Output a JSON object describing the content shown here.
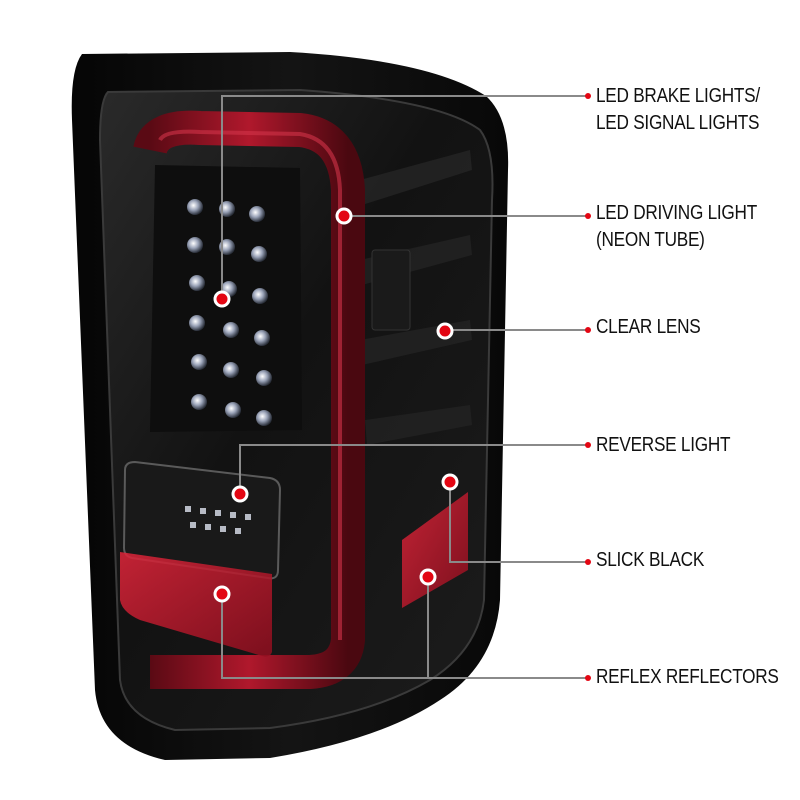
{
  "accent": "#e30613",
  "callouts": [
    {
      "id": "led-brake-signal",
      "lines": [
        "LED BRAKE LIGHTS/",
        "LED SIGNAL LIGHTS"
      ]
    },
    {
      "id": "led-driving-light",
      "lines": [
        "LED DRIVING LIGHT",
        "(NEON TUBE)"
      ]
    },
    {
      "id": "clear-lens",
      "lines": [
        "CLEAR LENS"
      ]
    },
    {
      "id": "reverse-light",
      "lines": [
        "REVERSE LIGHT"
      ]
    },
    {
      "id": "slick-black",
      "lines": [
        "SLICK BLACK"
      ]
    },
    {
      "id": "reflex-reflectors",
      "lines": [
        "REFLEX REFLECTORS"
      ]
    }
  ]
}
